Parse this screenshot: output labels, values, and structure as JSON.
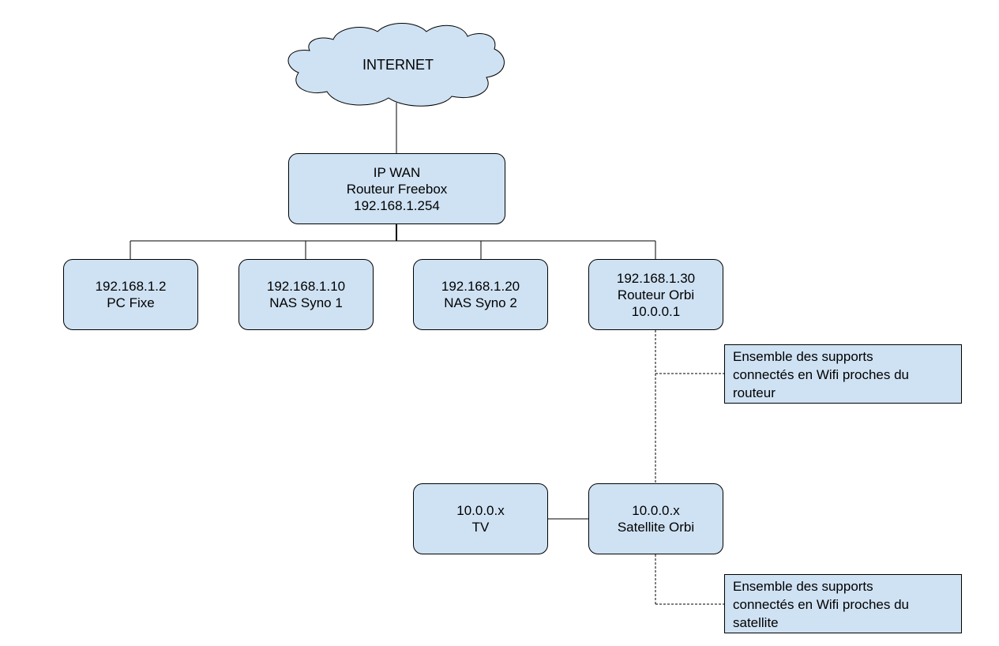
{
  "colors": {
    "node_fill": "#cfe2f3",
    "stroke": "#000000",
    "background": "#ffffff"
  },
  "internet": {
    "label": "INTERNET",
    "icon": "cloud-icon"
  },
  "freebox": {
    "lines": [
      "IP WAN",
      "Routeur Freebox",
      "192.168.1.254"
    ]
  },
  "devices": [
    {
      "lines": [
        "192.168.1.2",
        "PC Fixe"
      ]
    },
    {
      "lines": [
        "192.168.1.10",
        "NAS Syno 1"
      ]
    },
    {
      "lines": [
        "192.168.1.20",
        "NAS Syno 2"
      ]
    },
    {
      "lines": [
        "192.168.1.30",
        "Routeur Orbi",
        "10.0.0.1"
      ]
    }
  ],
  "satellite": {
    "lines": [
      "10.0.0.x",
      "Satellite Orbi"
    ]
  },
  "tv": {
    "lines": [
      "10.0.0.x",
      "TV"
    ]
  },
  "notes": {
    "router": [
      "Ensemble des supports",
      "connectés en Wifi proches du",
      "routeur"
    ],
    "satellite": [
      "Ensemble des supports",
      "connectés en Wifi proches du",
      "satellite"
    ]
  }
}
